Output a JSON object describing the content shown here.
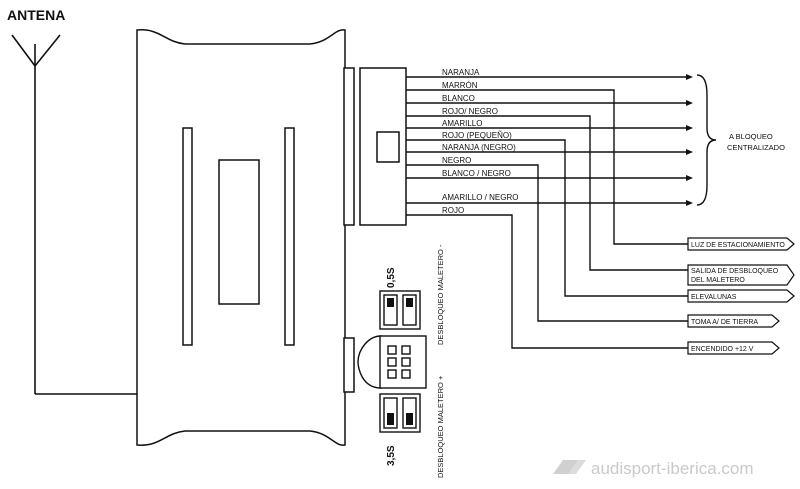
{
  "antenna": {
    "label": "ANTENA"
  },
  "wires": [
    {
      "id": "naranja",
      "label": "NARANJA"
    },
    {
      "id": "marron",
      "label": "MARRÓN"
    },
    {
      "id": "blanco",
      "label": "BLANCO"
    },
    {
      "id": "rojo-negro",
      "label": "ROJO/ NEGRO"
    },
    {
      "id": "amarillo",
      "label": "AMARILLO"
    },
    {
      "id": "rojo-pequeno",
      "label": "ROJO (PEQUEÑO)"
    },
    {
      "id": "naranja-negro",
      "label": "NARANJA (NEGRO)"
    },
    {
      "id": "negro",
      "label": "NEGRO"
    },
    {
      "id": "blanco-negro",
      "label": "BLANCO / NEGRO"
    },
    {
      "id": "amarillo-negro",
      "label": "AMARILLO / NEGRO"
    },
    {
      "id": "rojo",
      "label": "ROJO"
    }
  ],
  "bracket": {
    "line1": "A BLOQUEO",
    "line2": "CENTRALIZADO"
  },
  "outputs": [
    {
      "id": "luz",
      "label": "LUZ DE ESTACIONAMIENTO"
    },
    {
      "id": "salida",
      "line1": "SALIDA DE DESBLOQUEO",
      "line2": "DEL MALETERO"
    },
    {
      "id": "elevalunas",
      "label": "ELEVALUNAS"
    },
    {
      "id": "toma",
      "label": "TOMA A/ DE TIERRA"
    },
    {
      "id": "encendido",
      "label": "ENCENDIDO +12 V"
    }
  ],
  "jumpers": {
    "top_value": "0,5S",
    "bottom_value": "3,5S",
    "top_label": "DESBLOQUEO MALETERO -",
    "bottom_label": "DESBLOQUEO MALETERO +"
  },
  "watermark": {
    "text": "audisport-iberica.com"
  },
  "colors": {
    "line": "#111111",
    "watermark": "#c9c9c9"
  }
}
